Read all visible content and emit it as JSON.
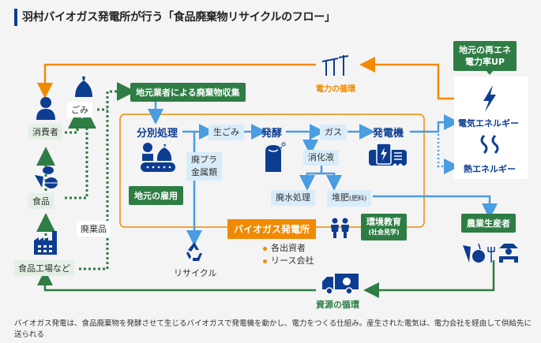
{
  "title": "羽村バイオガス発電所が行う「食品廃棄物リサイクルのフロー」",
  "left_column": {
    "consumer": "消費者",
    "garbage": "ごみ",
    "food": "食品",
    "food_factory": "食品工場など",
    "waste_goods": "廃棄品"
  },
  "collection": "地元業者による廃棄物収集",
  "plant": {
    "name": "バイオガス発電所",
    "sorting": "分別処理",
    "raw_garbage": "生ごみ",
    "plastics_metals_line1": "廃プラ",
    "plastics_metals_line2": "金属類",
    "fermentation": "発酵",
    "gas": "ガス",
    "generator": "発電機",
    "digestion_liquid": "消化液",
    "wastewater": "廃水処理",
    "compost": "堆肥",
    "compost_note": "(肥料)",
    "local_employment": "地元の雇用"
  },
  "recycle": "リサイクル",
  "investors": [
    "各出資者",
    "リース会社"
  ],
  "education": {
    "line1": "環境教育",
    "line2": "(社会見学)"
  },
  "renewable_callout": {
    "line1": "地元の再エネ",
    "line2": "電力率UP"
  },
  "energies": {
    "electric": "電気エネルギー",
    "heat": "熱エネルギー"
  },
  "farmers": "農業生産者",
  "power_cycle": "電力の循環",
  "resource_cycle": "資源の循環",
  "caption": "バイオガス発電は、食品廃棄物を発酵させて生じるバイオガスで発電機を動かし、電力をつくる仕組み。産生された電気は、電力会社を経由して供給先に送られる",
  "colors": {
    "navy": "#0d3d91",
    "green": "#2e7d45",
    "orange": "#f08a00",
    "blue_line": "#4a9de0",
    "light_blue_label": "#d9ecf9",
    "light_green_label": "#e4f0e6"
  }
}
